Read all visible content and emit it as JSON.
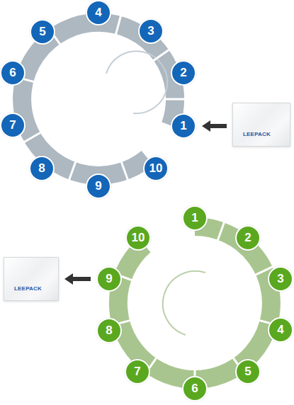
{
  "diagram": {
    "nodes": [
      {
        "text": [
          "LEEPACK"
        ]
      },
      {
        "text": [
          "1"
        ]
      },
      {
        "text": [
          "2"
        ]
      },
      {
        "text": [
          "3"
        ]
      },
      {
        "text": [
          "4"
        ]
      },
      {
        "text": [
          "5"
        ]
      },
      {
        "text": [
          "6"
        ]
      },
      {
        "text": [
          "7"
        ]
      },
      {
        "text": [
          "8"
        ]
      },
      {
        "text": [
          "9"
        ]
      },
      {
        "text": [
          "10"
        ]
      },
      {
        "text": [
          "1"
        ]
      },
      {
        "text": [
          "2"
        ]
      },
      {
        "text": [
          "3"
        ]
      },
      {
        "text": [
          "4"
        ]
      },
      {
        "text": [
          "5"
        ]
      },
      {
        "text": [
          "6"
        ]
      },
      {
        "text": [
          "7"
        ]
      },
      {
        "text": [
          "8"
        ]
      },
      {
        "text": [
          "9"
        ]
      },
      {
        "text": [
          "10"
        ]
      },
      {
        "text": [
          "LEEPACK"
        ]
      }
    ],
    "edges": [
      {
        "from": 0,
        "to": 1,
        "arrow": "to"
      },
      {
        "from": 19,
        "to": 21,
        "arrow": "to"
      }
    ]
  }
}
